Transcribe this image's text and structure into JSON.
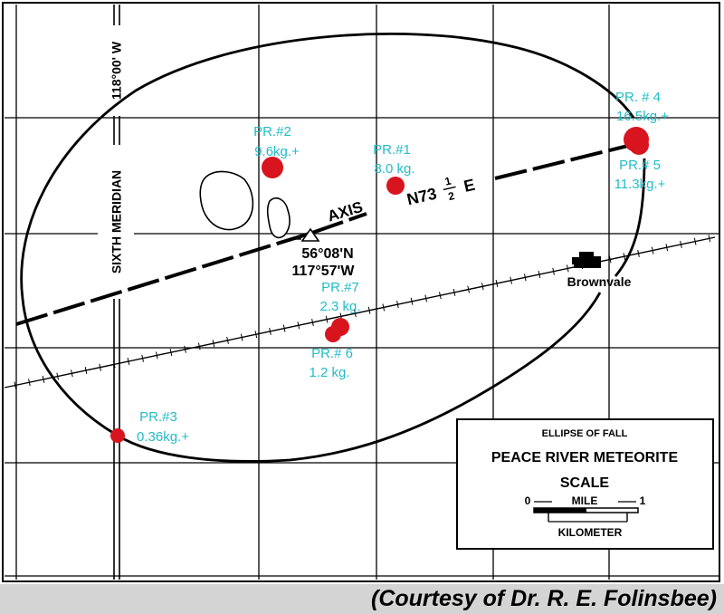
{
  "map": {
    "colors": {
      "find_dot": "#d8141f",
      "find_label": "#22bcc6",
      "line": "#000000",
      "caption_bar": "#d4d4d4"
    },
    "meridian_label": "SIXTH MERIDIAN",
    "longitude_label": "118°00' W",
    "axis_label": "AXIS",
    "bearing": {
      "prefix": "N73",
      "numerator": "1",
      "denominator": "2",
      "suffix": "E"
    },
    "center": {
      "lat": "56°08'N",
      "lon": "117°57'W"
    },
    "town": "Brownvale",
    "finds": [
      {
        "id": "PR.#1",
        "name": "PR.#1",
        "mass": "8.0 kg."
      },
      {
        "id": "PR.#2",
        "name": "PR.#2",
        "mass": "9.6kg.+"
      },
      {
        "id": "PR.#3",
        "name": "PR.#3",
        "mass": "0.36kg.+"
      },
      {
        "id": "PR.#4",
        "name": "PR. # 4",
        "mass": "16.5kg.+"
      },
      {
        "id": "PR.#5",
        "name": "PR.# 5",
        "mass": "11.3kg.+"
      },
      {
        "id": "PR.#6",
        "name": "PR.# 6",
        "mass": "1.2 kg."
      },
      {
        "id": "PR.#7",
        "name": "PR.#7",
        "mass": "2.3 kg."
      }
    ]
  },
  "legend": {
    "subtitle": "ELLIPSE OF FALL",
    "title": "PEACE RIVER METEORITE",
    "scale_label": "SCALE",
    "mile_zero": "0",
    "mile_label": "MILE",
    "mile_one": "1",
    "km_label": "KILOMETER"
  },
  "caption": "(Courtesy of Dr. R. E. Folinsbee)"
}
